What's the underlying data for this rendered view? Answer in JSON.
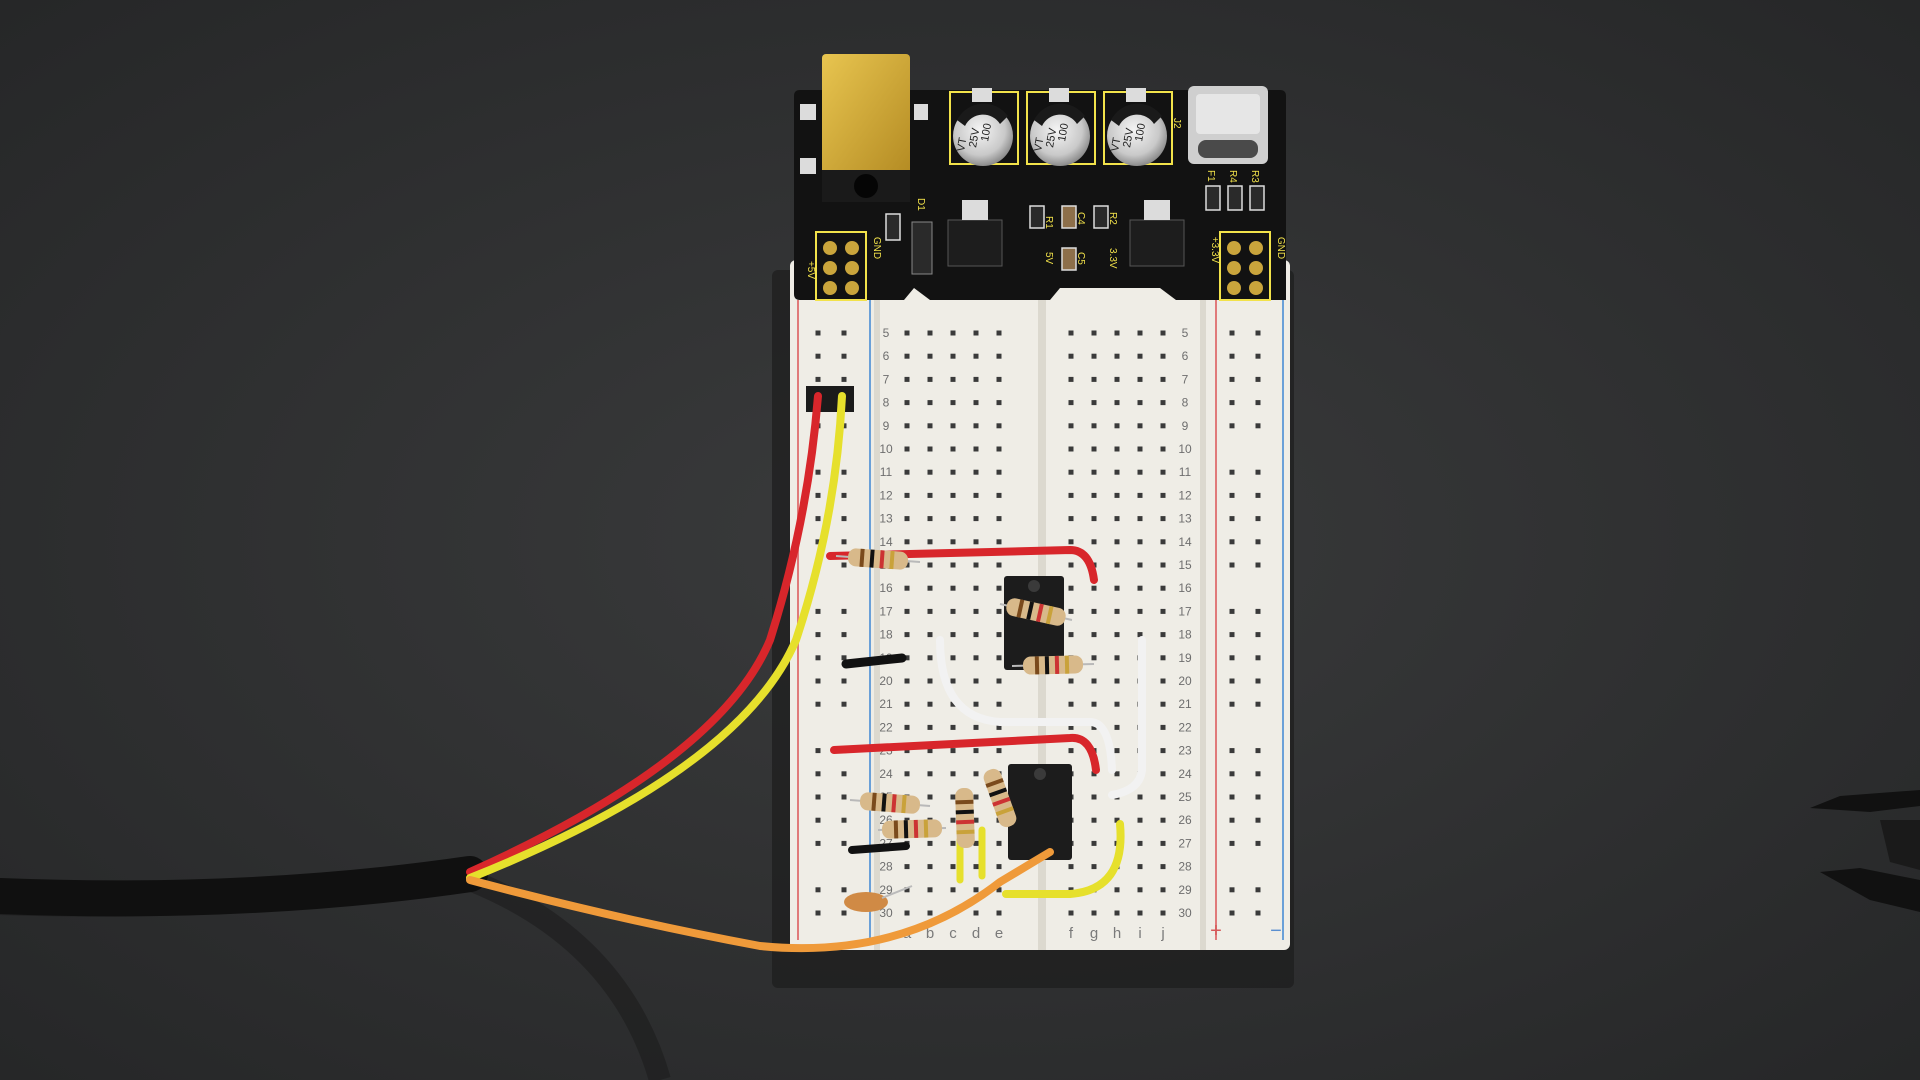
{
  "power_module": {
    "pin_labels_left": [
      "+5V",
      "GND"
    ],
    "pin_labels_right": [
      "+3.3V",
      "GND"
    ],
    "capacitor_labels": [
      {
        "value": "100",
        "voltage": "25V",
        "series": "VT"
      },
      {
        "value": "100",
        "voltage": "25V",
        "series": "VT"
      },
      {
        "value": "100",
        "voltage": "25V",
        "series": "VT"
      }
    ],
    "silkscreen": [
      "D1",
      "R1",
      "C4",
      "5V",
      "C5",
      "R2",
      "3.3V",
      "F1",
      "R4",
      "R3",
      "J2"
    ]
  },
  "breadboard": {
    "rows": [
      "5",
      "6",
      "7",
      "8",
      "9",
      "10",
      "11",
      "12",
      "13",
      "14",
      "15",
      "16",
      "17",
      "18",
      "19",
      "20",
      "21",
      "22",
      "23",
      "24",
      "25",
      "26",
      "27",
      "28",
      "29",
      "30"
    ],
    "columns_left": [
      "a",
      "b",
      "c",
      "d",
      "e"
    ],
    "columns_right": [
      "f",
      "g",
      "h",
      "i",
      "j"
    ],
    "rail_labels": [
      "+",
      "−"
    ]
  },
  "colors": {
    "background": "#2f3031",
    "breadboard": "#efede6",
    "pcb": "#111111",
    "silkscreen": "#f2e24a",
    "dc_jack": "#d8b23a",
    "wire_red": "#d8262b",
    "wire_yellow": "#e6e02c",
    "wire_orange": "#ef9a3a",
    "wire_white": "#f2f2f2",
    "resistor_body": "#d8b98a"
  }
}
